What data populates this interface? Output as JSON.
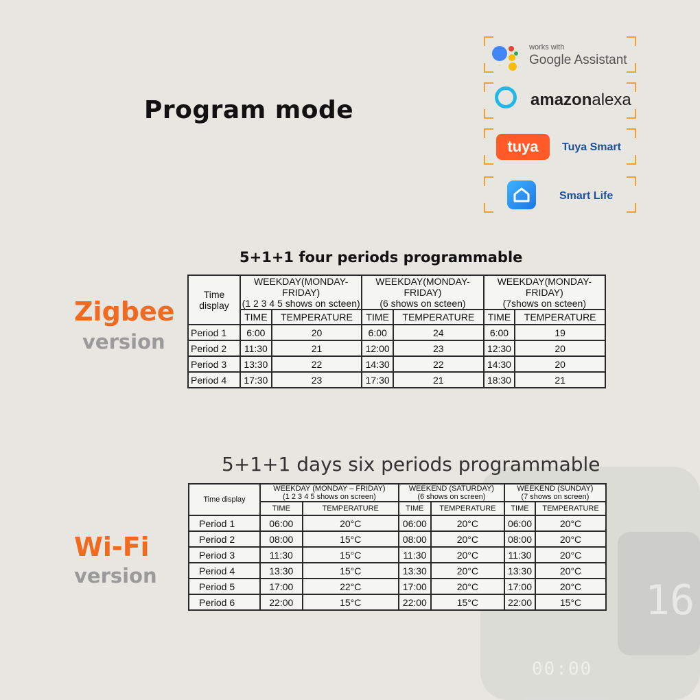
{
  "title": "Program mode",
  "brands": {
    "google": {
      "small": "works with",
      "big": "Google Assistant"
    },
    "alexa": {
      "part1": "amazon",
      "part2": "alexa"
    },
    "tuya": {
      "logo": "tuya",
      "label": "Tuya Smart"
    },
    "smartlife": {
      "label": "Smart Life"
    }
  },
  "zigbee": {
    "title": "5+1+1 four periods programmable",
    "version_main": "Zigbee",
    "version_sub": "version",
    "header_label": "Time display",
    "groups": [
      {
        "line1": "WEEKDAY(MONDAY-FRIDAY)",
        "line2": "(1 2 3 4 5 shows on scteen)"
      },
      {
        "line1": "WEEKDAY(MONDAY-FRIDAY)",
        "line2": "(6 shows on scteen)"
      },
      {
        "line1": "WEEKDAY(MONDAY-FRIDAY)",
        "line2": "(7shows on scteen)"
      }
    ],
    "col_time": "TIME",
    "col_temp": "TEMPERATURE",
    "rows": [
      {
        "period": "Period 1",
        "cells": [
          "6:00",
          "20",
          "6:00",
          "24",
          "6:00",
          "19"
        ]
      },
      {
        "period": "Period 2",
        "cells": [
          "11:30",
          "21",
          "12:00",
          "23",
          "12:30",
          "20"
        ]
      },
      {
        "period": "Period 3",
        "cells": [
          "13:30",
          "22",
          "14:30",
          "22",
          "14:30",
          "20"
        ]
      },
      {
        "period": "Period 4",
        "cells": [
          "17:30",
          "23",
          "17:30",
          "21",
          "18:30",
          "21"
        ]
      }
    ]
  },
  "wifi": {
    "title": "5+1+1 days six periods programmable",
    "version_main": "Wi-Fi",
    "version_sub": "version",
    "header_label": "Time display",
    "groups": [
      {
        "line1": "WEEKDAY (MONDAY – FRIDAY)",
        "line2": "(1 2 3 4 5 shows on screen)"
      },
      {
        "line1": "WEEKEND (SATURDAY)",
        "line2": "(6  shows on screen)"
      },
      {
        "line1": "WEEKEND (SUNDAY)",
        "line2": "(7 shows on screen)"
      }
    ],
    "col_time": "TIME",
    "col_temp": "TEMPERATURE",
    "rows": [
      {
        "period": "Period 1",
        "cells": [
          "06:00",
          "20°C",
          "06:00",
          "20°C",
          "06:00",
          "20°C"
        ]
      },
      {
        "period": "Period 2",
        "cells": [
          "08:00",
          "15°C",
          "08:00",
          "20°C",
          "08:00",
          "20°C"
        ]
      },
      {
        "period": "Period 3",
        "cells": [
          "11:30",
          "15°C",
          "11:30",
          "20°C",
          "11:30",
          "20°C"
        ]
      },
      {
        "period": "Period 4",
        "cells": [
          "13:30",
          "15°C",
          "13:30",
          "20°C",
          "13:30",
          "20°C"
        ]
      },
      {
        "period": "Period 5",
        "cells": [
          "17:00",
          "22°C",
          "17:00",
          "20°C",
          "17:00",
          "20°C"
        ]
      },
      {
        "period": "Period 6",
        "cells": [
          "22:00",
          "15°C",
          "22:00",
          "15°C",
          "22:00",
          "15°C"
        ]
      }
    ]
  },
  "device": {
    "digit": "16",
    "clock": "00:00"
  }
}
